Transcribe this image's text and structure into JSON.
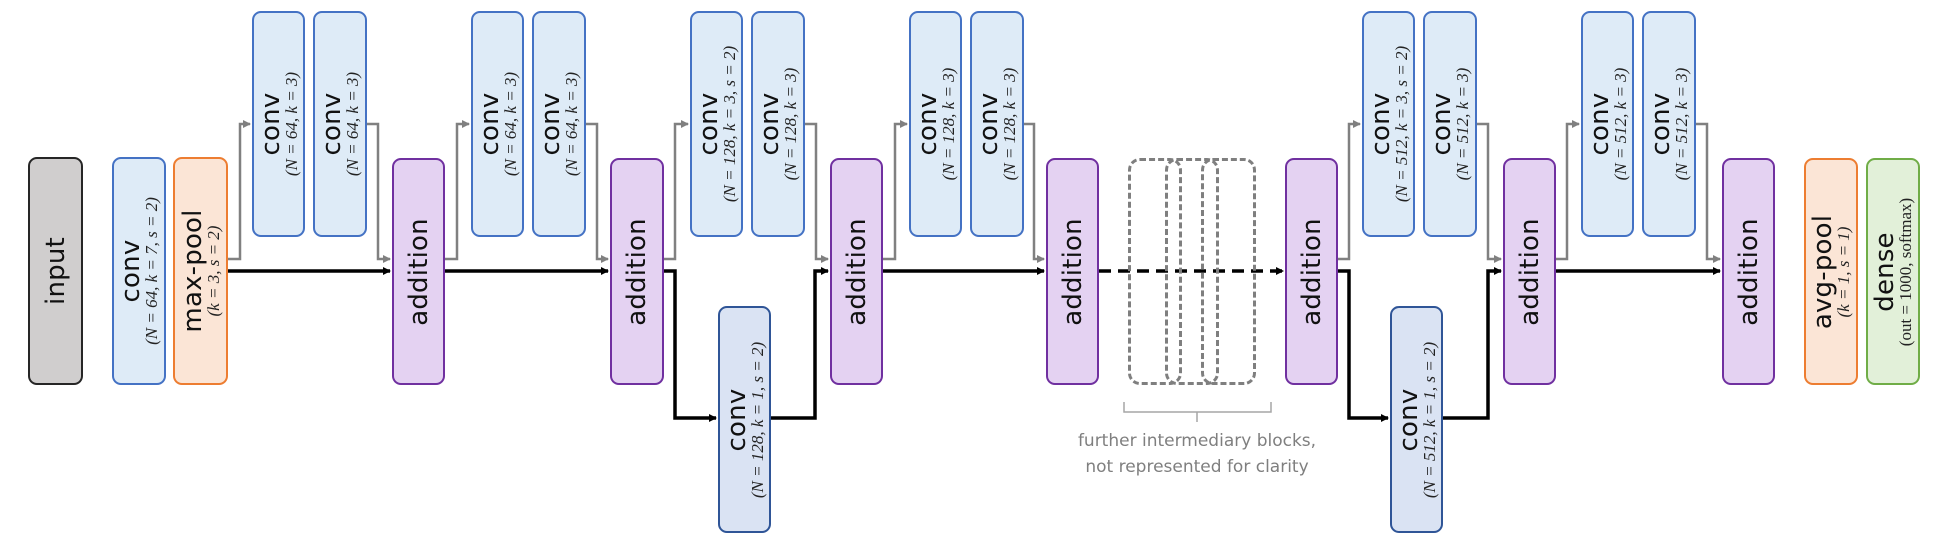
{
  "diagram": {
    "description": "ResNet-style architecture with residual blocks",
    "colors": {
      "input_fill": "#d0cece",
      "input_border": "#262626",
      "conv_fill": "#deebf7",
      "conv_border": "#4472c4",
      "shortcut_conv_fill": "#dae3f3",
      "shortcut_conv_border": "#2f5597",
      "pool_fill": "#fbe5d6",
      "pool_border": "#ed7d31",
      "addition_fill": "#e4d2f2",
      "addition_border": "#7030a0",
      "dense_fill": "#e2f0d9",
      "dense_border": "#70ad47",
      "main_path": "#000000",
      "residual_path": "#808080"
    },
    "nodes": {
      "input": {
        "title": "input"
      },
      "conv0": {
        "title": "conv",
        "param": "(N = 64, k = 7, s = 2)"
      },
      "maxpool": {
        "title": "max-pool",
        "param": "(k = 3, s = 2)"
      },
      "b1c1": {
        "title": "conv",
        "param": "(N = 64, k = 3)"
      },
      "b1c2": {
        "title": "conv",
        "param": "(N = 64, k = 3)"
      },
      "add1": {
        "title": "addition"
      },
      "b2c1": {
        "title": "conv",
        "param": "(N = 64, k = 3)"
      },
      "b2c2": {
        "title": "conv",
        "param": "(N = 64, k = 3)"
      },
      "add2": {
        "title": "addition"
      },
      "b3c1": {
        "title": "conv",
        "param": "(N = 128, k = 3, s = 2)"
      },
      "b3c2": {
        "title": "conv",
        "param": "(N = 128, k = 3)"
      },
      "b3s": {
        "title": "conv",
        "param": "(N = 128, k = 1, s = 2)"
      },
      "add3": {
        "title": "addition"
      },
      "b4c1": {
        "title": "conv",
        "param": "(N = 128, k = 3)"
      },
      "b4c2": {
        "title": "conv",
        "param": "(N = 128, k = 3)"
      },
      "add4": {
        "title": "addition"
      },
      "add5": {
        "title": "addition"
      },
      "b5c1": {
        "title": "conv",
        "param": "(N = 512, k = 3, s = 2)"
      },
      "b5c2": {
        "title": "conv",
        "param": "(N = 512, k = 3)"
      },
      "b5s": {
        "title": "conv",
        "param": "(N = 512, k = 1, s = 2)"
      },
      "add6": {
        "title": "addition"
      },
      "b6c1": {
        "title": "conv",
        "param": "(N = 512, k = 3)"
      },
      "b6c2": {
        "title": "conv",
        "param": "(N = 512, k = 3)"
      },
      "add7": {
        "title": "addition"
      },
      "avgpool": {
        "title": "avg-pool",
        "param": "(k = 1, s = 1)"
      },
      "dense": {
        "title": "dense",
        "param": "(out = 1000, softmax)"
      }
    },
    "note": {
      "line1": "further intermediary blocks,",
      "line2": "not represented for clarity"
    }
  }
}
